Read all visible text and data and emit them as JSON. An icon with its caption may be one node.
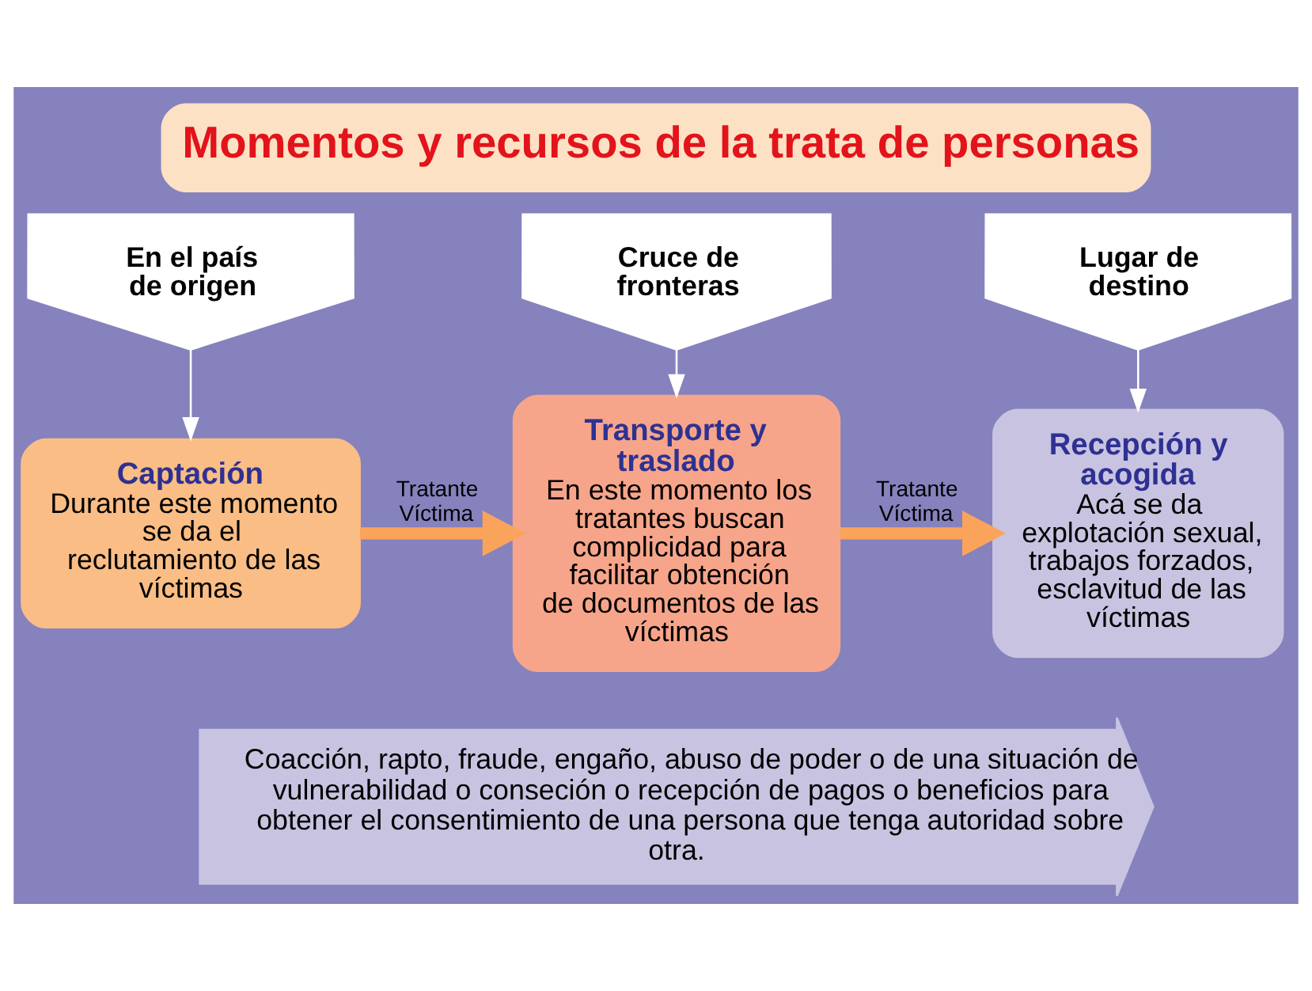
{
  "diagram": {
    "title": "Momentos y recursos de la trata de personas",
    "nodes": [
      {
        "text": [
          "En el país de origen"
        ]
      },
      {
        "text": [
          "Captación",
          "Durante este momento se da el reclutamiento de las víctimas"
        ]
      },
      {
        "text": [
          "Cruce de fronteras"
        ]
      },
      {
        "text": [
          "Transporte y traslado",
          "En este momento los tratantes buscan complicidad para facilitar obtención de documentos de las víctimas"
        ]
      },
      {
        "text": [
          "Lugar de destino"
        ]
      },
      {
        "text": [
          "Recepción y acogida",
          "Acá se da explotación sexual, trabajos forzados, esclavitud de las víctimas"
        ]
      },
      {
        "text": [
          "Coacción, rapto, fraude, engaño, abuso de poder o de una situación de vulnerabilidad o conseción o recepción de pagos o beneficios para obtener el consentimiento de una persona que tenga autoridad sobre otra."
        ]
      }
    ],
    "edges": [
      {
        "from": 0,
        "to": 1,
        "arrow": "to"
      },
      {
        "from": 2,
        "to": 3,
        "arrow": "to"
      },
      {
        "from": 4,
        "to": 5,
        "arrow": "to"
      },
      {
        "from": 1,
        "to": 3,
        "arrow": "to",
        "label": "Tratante Víctima",
        "style": "thick",
        "color": "#f9a45a"
      },
      {
        "from": 3,
        "to": 5,
        "arrow": "to",
        "label": "Tratante Víctima",
        "style": "thick",
        "color": "#f9a45a"
      }
    ]
  }
}
